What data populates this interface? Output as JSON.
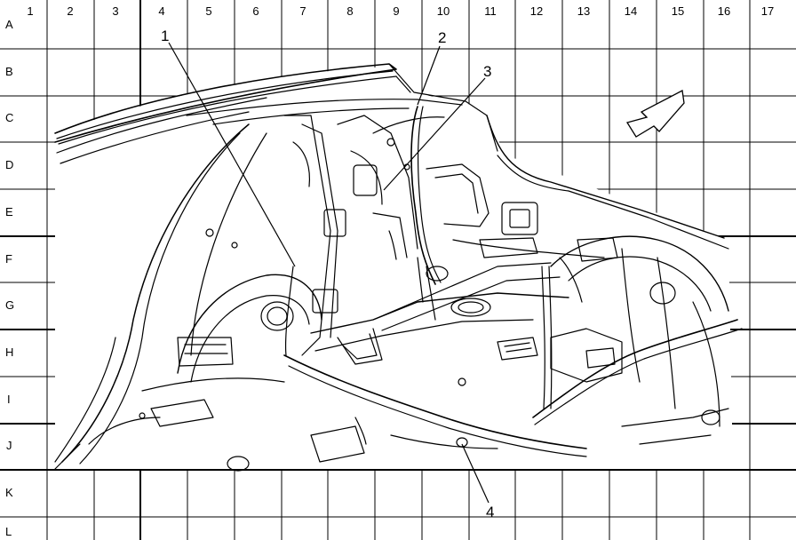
{
  "grid": {
    "columns": [
      "1",
      "2",
      "3",
      "4",
      "5",
      "6",
      "7",
      "8",
      "9",
      "10",
      "11",
      "12",
      "13",
      "14",
      "15",
      "16",
      "17"
    ],
    "rows": [
      "A",
      "B",
      "C",
      "D",
      "E",
      "F",
      "G",
      "H",
      "I",
      "J",
      "K",
      "L"
    ]
  },
  "callouts": [
    "1",
    "2",
    "3",
    "4"
  ]
}
